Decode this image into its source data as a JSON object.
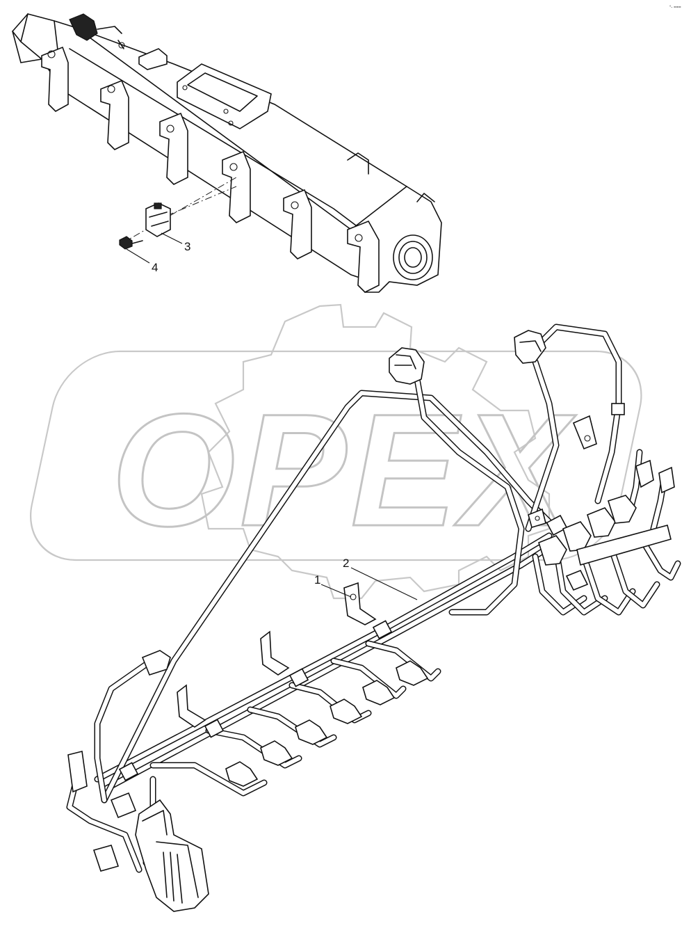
{
  "diagram": {
    "watermark_text": "OPEX",
    "corner_mark": "°‑ ===",
    "callouts": [
      {
        "id": "1",
        "label": "1"
      },
      {
        "id": "2",
        "label": "2"
      },
      {
        "id": "3",
        "label": "3"
      },
      {
        "id": "4",
        "label": "4"
      }
    ]
  }
}
